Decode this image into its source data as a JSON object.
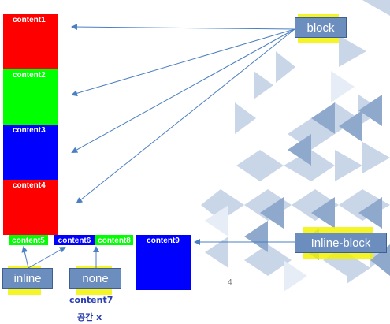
{
  "blocks": [
    "content1",
    "content2",
    "content3",
    "content4"
  ],
  "inline_items": [
    "content5",
    "content6",
    "content8",
    "content9"
  ],
  "labels": {
    "block": "block",
    "inline": "inline",
    "none": "none",
    "inline_block": "Inline-block"
  },
  "page_number": "4",
  "handwritten_note": [
    "content7",
    "공간 x"
  ],
  "colors": {
    "red": "#ff0000",
    "green": "#00ff00",
    "blue": "#0000ff",
    "label_fill": "#6c8ebf",
    "highlight": "#f2f200",
    "arrow": "#4a7fc1"
  }
}
